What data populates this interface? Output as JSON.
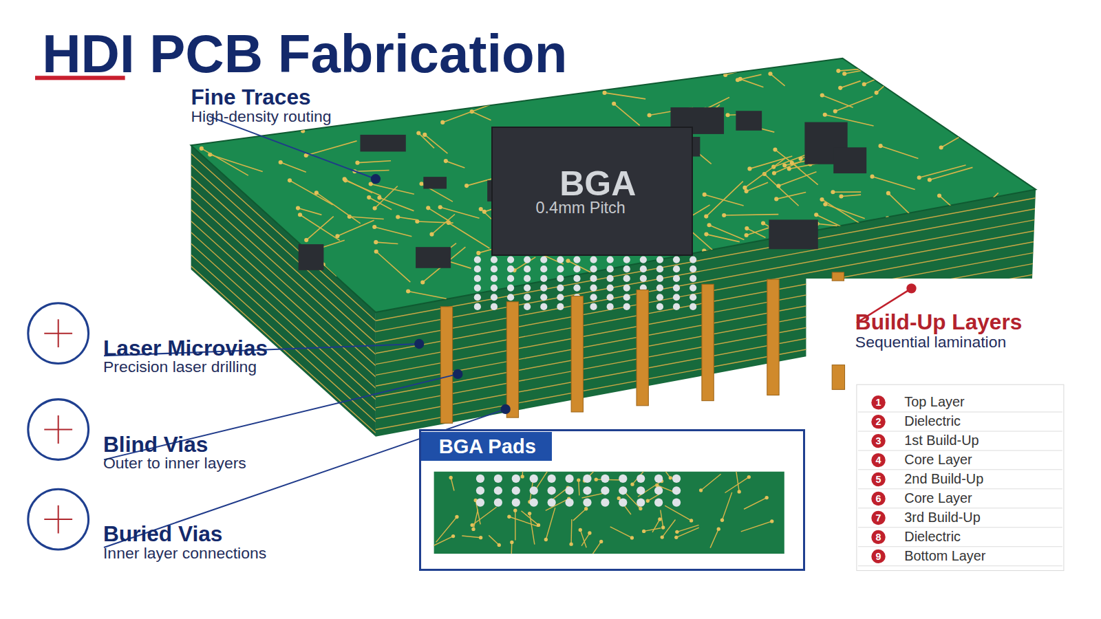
{
  "diagram": {
    "title": "HDI PCB Fabrication",
    "nodes": [
      {
        "text": [
          "BGA",
          "0.4mm Pitch"
        ]
      },
      {
        "text": [
          "BGA Pads"
        ]
      }
    ],
    "labels": [
      "Fine Traces",
      "High-density routing",
      "Laser Microvias",
      "Precision laser drilling",
      "Blind Vias",
      "Outer to inner layers",
      "Buried Vias",
      "Inner layer connections",
      "Build-Up Layers",
      "Sequential lamination",
      "1",
      "Top Layer",
      "2",
      "Dielectric",
      "3",
      "1st Build-Up",
      "4",
      "Core Layer",
      "5",
      "2nd Build-Up",
      "6",
      "Core Layer",
      "7",
      "3rd Build-Up",
      "8",
      "Dielectric",
      "9",
      "Bottom Layer"
    ]
  }
}
